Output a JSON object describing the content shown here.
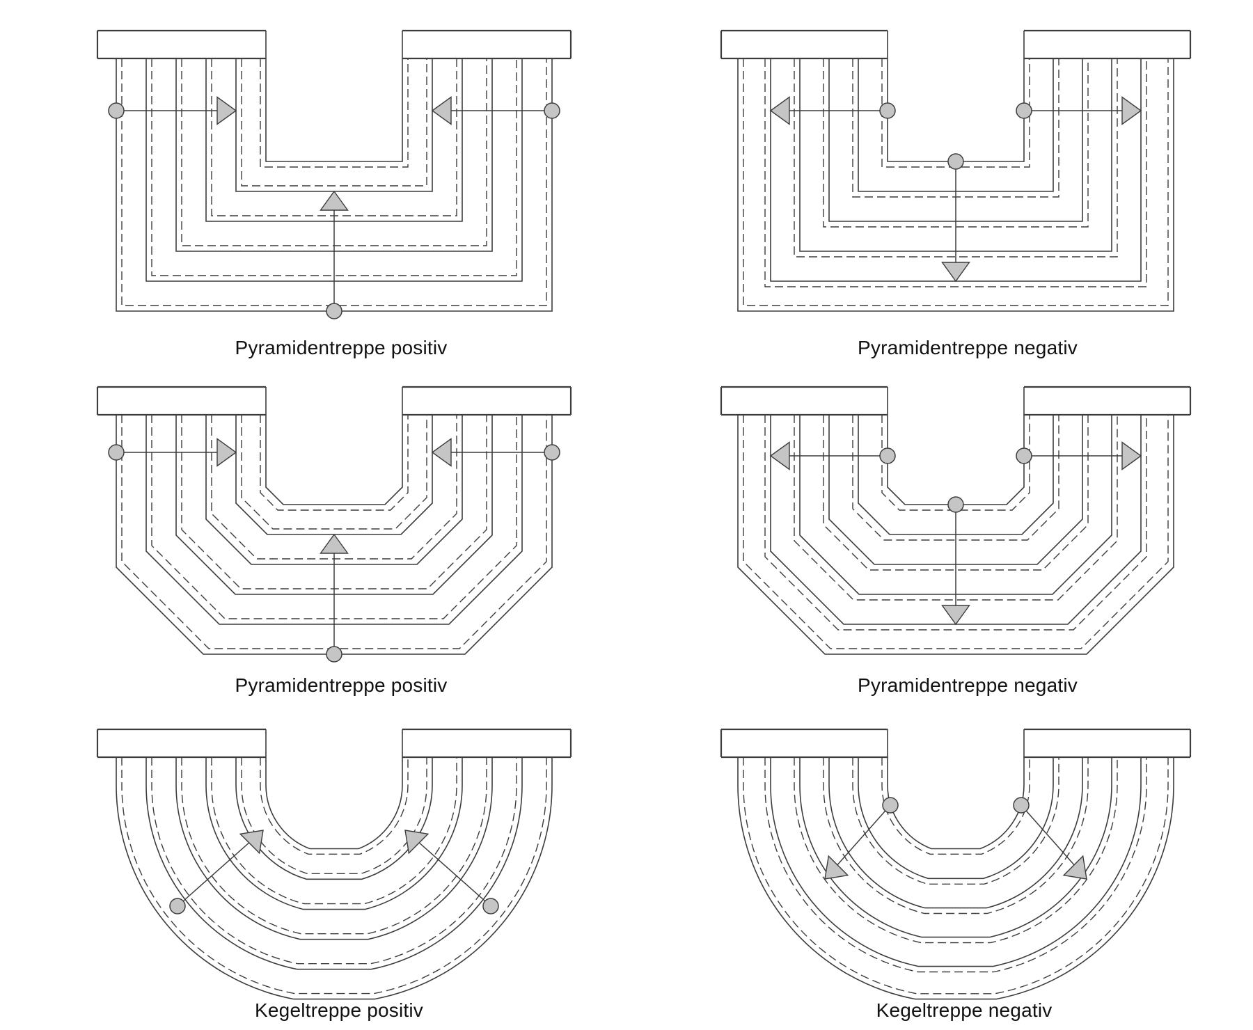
{
  "page": {
    "background_color": "#ffffff"
  },
  "style": {
    "line_color": "#3c3c3c",
    "dashed_line_color": "#3c3c3c",
    "marker_fill_color": "#c5c5c5",
    "label_text_color": "#111111"
  },
  "diagrams": [
    {
      "id": "pyramidentreppe-positiv-rechteckig",
      "shape": "rectangular",
      "polarity": "positiv",
      "label": "Pyramidentreppe positiv",
      "step_count": 5,
      "markers": {
        "circles": 3,
        "arrowheads": 3
      },
      "arrow_directions": [
        "inward-right",
        "inward-left",
        "upward"
      ]
    },
    {
      "id": "pyramidentreppe-negativ-rechteckig",
      "shape": "rectangular",
      "polarity": "negativ",
      "label": "Pyramidentreppe negativ",
      "step_count": 5,
      "markers": {
        "circles": 3,
        "arrowheads": 3
      },
      "arrow_directions": [
        "outward-left",
        "outward-right",
        "downward"
      ]
    },
    {
      "id": "pyramidentreppe-positiv-abgeschraegt",
      "shape": "chamfered",
      "polarity": "positiv",
      "label": "Pyramidentreppe positiv",
      "step_count": 5,
      "markers": {
        "circles": 3,
        "arrowheads": 3
      },
      "arrow_directions": [
        "inward-right",
        "inward-left",
        "upward"
      ]
    },
    {
      "id": "pyramidentreppe-negativ-abgeschraegt",
      "shape": "chamfered",
      "polarity": "negativ",
      "label": "Pyramidentreppe negativ",
      "step_count": 5,
      "markers": {
        "circles": 3,
        "arrowheads": 3
      },
      "arrow_directions": [
        "outward-left",
        "outward-right",
        "downward"
      ]
    },
    {
      "id": "kegeltreppe-positiv",
      "shape": "conical",
      "polarity": "positiv",
      "label": "Kegeltreppe positiv",
      "step_count": 5,
      "markers": {
        "circles": 2,
        "arrowheads": 2
      },
      "arrow_directions": [
        "inward-up-right",
        "inward-up-left"
      ]
    },
    {
      "id": "kegeltreppe-negativ",
      "shape": "conical",
      "polarity": "negativ",
      "label": "Kegeltreppe negativ",
      "step_count": 5,
      "markers": {
        "circles": 2,
        "arrowheads": 2
      },
      "arrow_directions": [
        "outward-down-left",
        "outward-down-right"
      ]
    }
  ]
}
